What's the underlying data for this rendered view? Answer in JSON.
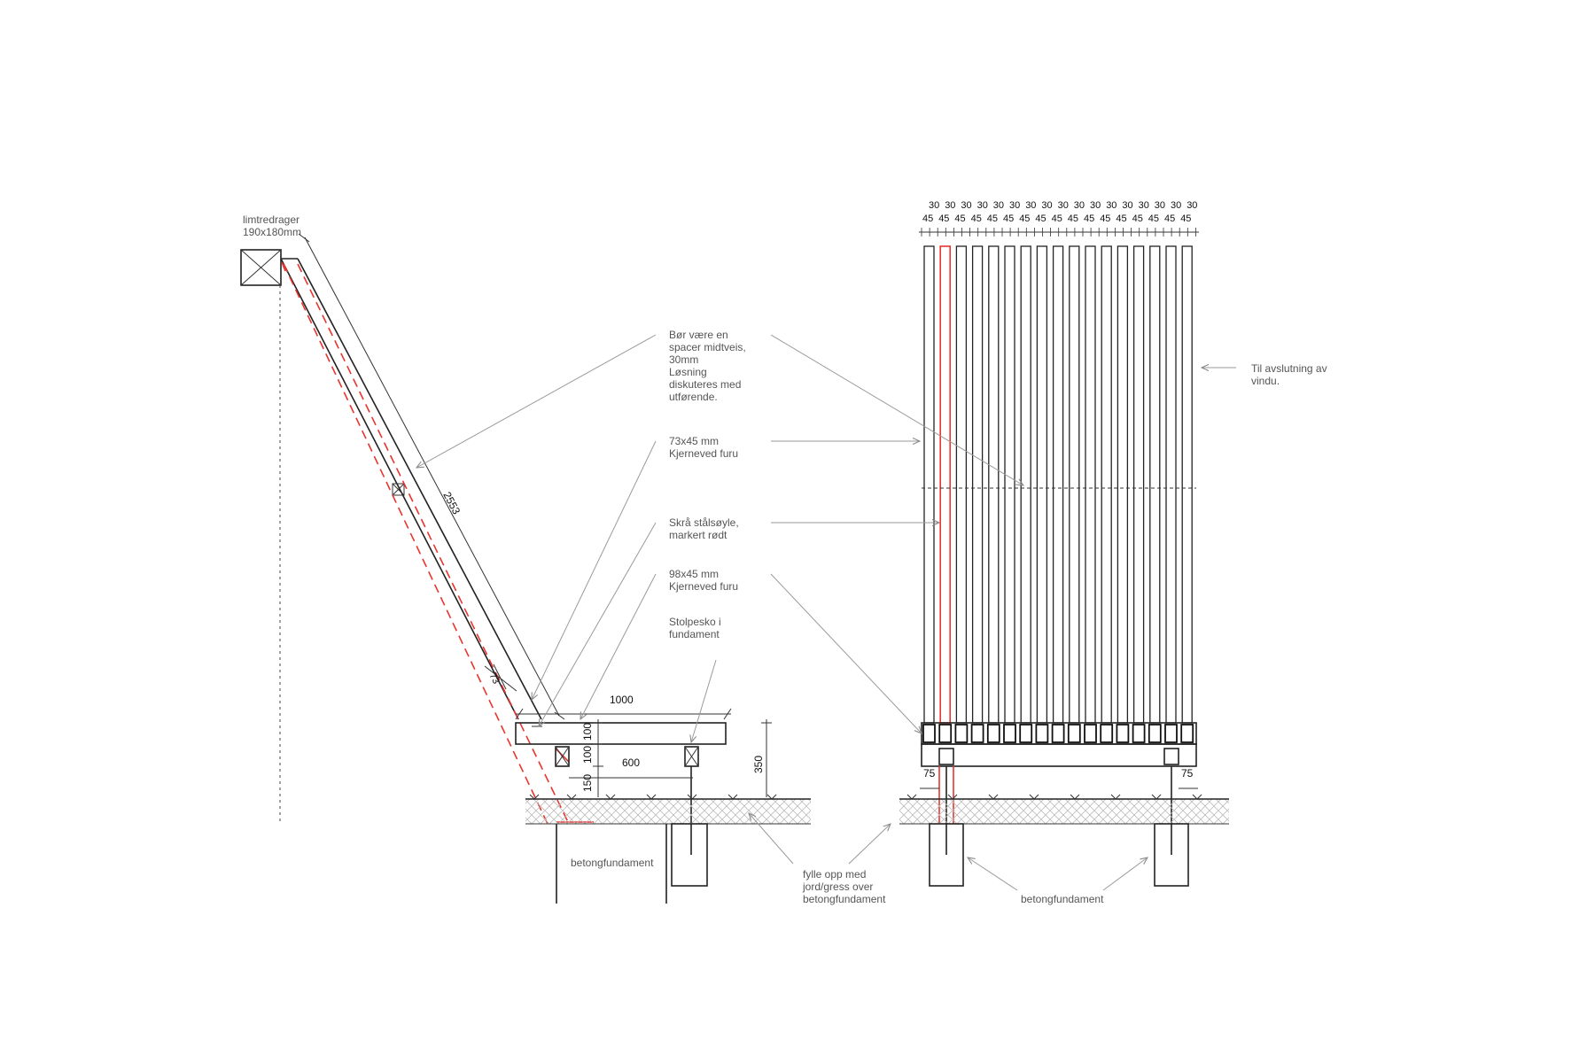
{
  "annotations": {
    "beam_label": [
      "limtredrager",
      "190x180mm"
    ],
    "spacer_note": [
      "Bør være en",
      "spacer midtveis,",
      "30mm",
      "Løsning",
      "diskuteres med",
      "utførende."
    ],
    "member_73": [
      "73x45 mm",
      "Kjerneved furu"
    ],
    "steel_note": [
      "Skrå stålsøyle,",
      "markert rødt"
    ],
    "member_98": [
      "98x45 mm",
      "Kjerneved furu"
    ],
    "post_shoe": [
      "Stolpesko i",
      "fundament"
    ],
    "foundation_left": "betongfundament",
    "fill_note": [
      "fylle opp med",
      "jord/gress over",
      "betongfundament"
    ],
    "foundation_right": "betongfundament",
    "window_note": [
      "Til avslutning av",
      "vindu."
    ]
  },
  "dimensions": {
    "diagonal_length": "2553",
    "member_width": "73",
    "bench_length": "1000",
    "bench_depth": "600",
    "height_100_a": "100",
    "height_100_b": "100",
    "height_150": "150",
    "height_350": "350",
    "post_offset_left": "75",
    "post_offset_right": "75"
  },
  "slat_spacing": {
    "top_row": [
      "30",
      "30",
      "30",
      "30",
      "30",
      "30",
      "30",
      "30",
      "30",
      "30",
      "30",
      "30",
      "30",
      "30",
      "30",
      "30",
      "30"
    ],
    "bottom_row": [
      "45",
      "45",
      "45",
      "45",
      "45",
      "45",
      "45",
      "45",
      "45",
      "45",
      "45",
      "45",
      "45",
      "45",
      "45",
      "45",
      "45"
    ]
  },
  "colors": {
    "line": "#222222",
    "leader": "#9a9a9a",
    "steel_highlight": "#e8352e",
    "note_text": "#555555"
  }
}
